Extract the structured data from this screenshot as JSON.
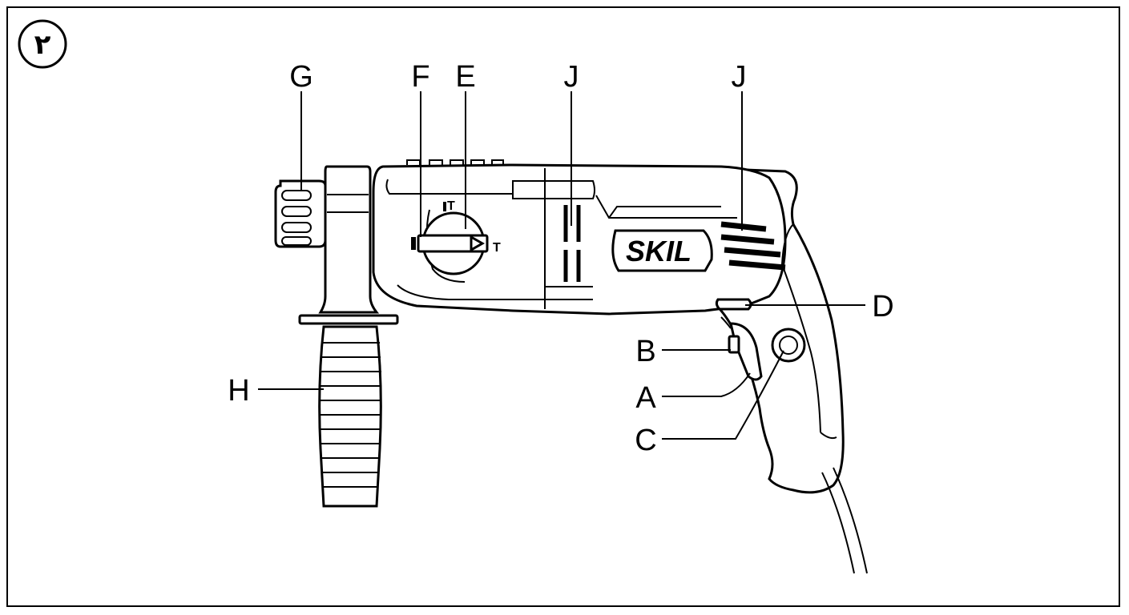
{
  "figure_number": "٢",
  "brand_label": "SKIL",
  "dial": {
    "top_mark": "T",
    "right_mark": "T",
    "left_mark": ""
  },
  "callouts": [
    {
      "id": "G",
      "text": "G"
    },
    {
      "id": "F",
      "text": "F"
    },
    {
      "id": "E",
      "text": "E"
    },
    {
      "id": "J1",
      "text": "J"
    },
    {
      "id": "J2",
      "text": "J"
    },
    {
      "id": "D",
      "text": "D"
    },
    {
      "id": "B",
      "text": "B"
    },
    {
      "id": "A",
      "text": "A"
    },
    {
      "id": "C",
      "text": "C"
    },
    {
      "id": "H",
      "text": "H"
    }
  ]
}
